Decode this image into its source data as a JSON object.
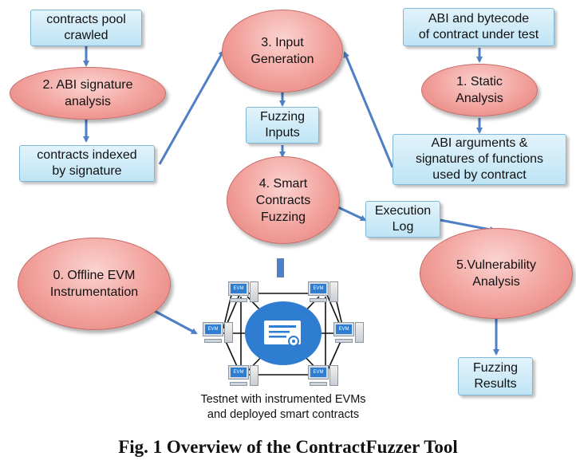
{
  "nodes": {
    "contracts_pool": "contracts pool\ncrawled",
    "abi_signature_analysis": "2. ABI signature\nanalysis",
    "contracts_indexed": "contracts indexed\nby signature",
    "input_generation": "3. Input\nGeneration",
    "fuzzing_inputs": "Fuzzing\nInputs",
    "smart_contracts_fuzzing": "4. Smart\nContracts\nFuzzing",
    "abi_bytecode": "ABI and bytecode\nof contract under test",
    "static_analysis": "1. Static\nAnalysis",
    "abi_arguments": "ABI arguments &\nsignatures of functions\nused by contract",
    "execution_log": "Execution\nLog",
    "offline_evm": "0. Offline EVM\nInstrumentation",
    "vulnerability_analysis": "5.Vulnerability\nAnalysis",
    "fuzzing_results": "Fuzzing\nResults"
  },
  "testnet": {
    "node_label": "EVM",
    "caption": "Testnet with instrumented EVMs\nand deployed smart contracts"
  },
  "colors": {
    "arrow": "#4f7fc4",
    "box_fill": "#cce9f7",
    "ellipse_fill": "#f2a19c",
    "hub": "#2f7dd1"
  },
  "figure_caption": "Fig. 1 Overview of the ContractFuzzer Tool"
}
